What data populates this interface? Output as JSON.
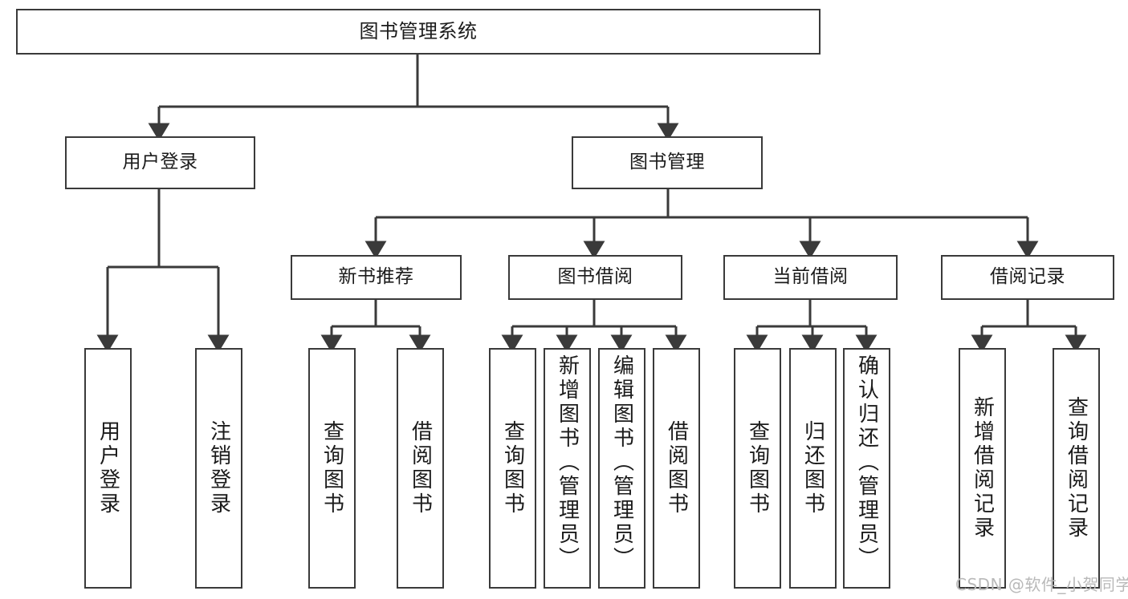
{
  "diagram": {
    "title": "图书管理系统",
    "type": "tree-hierarchy",
    "root": {
      "label": "图书管理系统"
    },
    "level2": [
      {
        "label": "用户登录"
      },
      {
        "label": "图书管理"
      }
    ],
    "level3": [
      {
        "label": "新书推荐"
      },
      {
        "label": "图书借阅"
      },
      {
        "label": "当前借阅"
      },
      {
        "label": "借阅记录"
      }
    ],
    "leaves": {
      "user_login": [
        {
          "label": "用户登录"
        },
        {
          "label": "注销登录"
        }
      ],
      "new_book_recommend": [
        {
          "label": "查询图书"
        },
        {
          "label": "借阅图书"
        }
      ],
      "book_borrow": [
        {
          "label": "查询图书"
        },
        {
          "label": "新增图书（管理员）"
        },
        {
          "label": "编辑图书（管理员）"
        },
        {
          "label": "借阅图书"
        }
      ],
      "current_borrow": [
        {
          "label": "查询图书"
        },
        {
          "label": "归还图书"
        },
        {
          "label": "确认归还（管理员）"
        }
      ],
      "borrow_record": [
        {
          "label": "新增借阅记录"
        },
        {
          "label": "查询借阅记录"
        }
      ]
    }
  },
  "watermark": {
    "text": "CSDN @软件_小贺同学"
  },
  "colors": {
    "stroke": "#3a3a3a",
    "background": "#ffffff",
    "text": "#1b1b1b",
    "watermark": "#b9b9b9"
  }
}
